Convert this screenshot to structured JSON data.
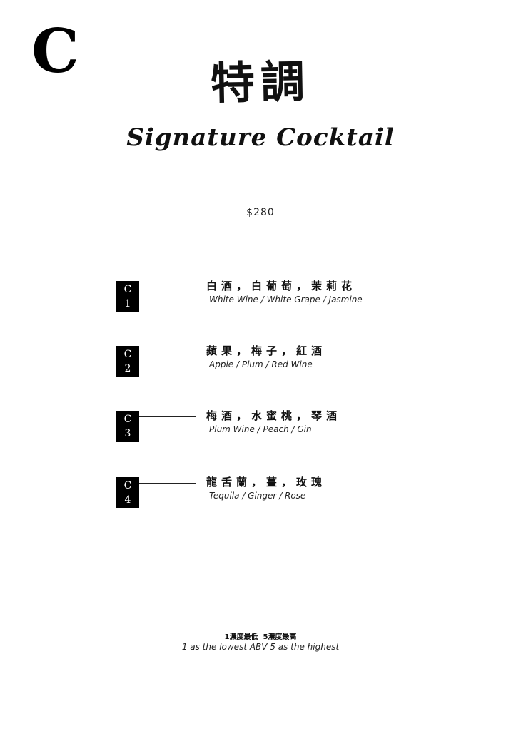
{
  "section_letter": "C",
  "title_zh": "特調",
  "title_en": "Signature Cocktail",
  "price": "$280",
  "items": [
    {
      "badge_letter": "C",
      "badge_number": "1",
      "name_zh": "白酒，白葡萄，茉莉花",
      "name_en": "White Wine / White Grape / Jasmine"
    },
    {
      "badge_letter": "C",
      "badge_number": "2",
      "name_zh": "蘋果，梅子，紅酒",
      "name_en": "Apple / Plum / Red Wine"
    },
    {
      "badge_letter": "C",
      "badge_number": "3",
      "name_zh": "梅酒，水蜜桃，琴酒",
      "name_en": "Plum Wine / Peach / Gin"
    },
    {
      "badge_letter": "C",
      "badge_number": "4",
      "name_zh": "龍舌蘭，薑，玫瑰",
      "name_en": "Tequila / Ginger / Rose"
    }
  ],
  "footnote": {
    "zh": "1濃度最低  5濃度最高",
    "en": "1 as the lowest ABV 5 as the highest"
  }
}
